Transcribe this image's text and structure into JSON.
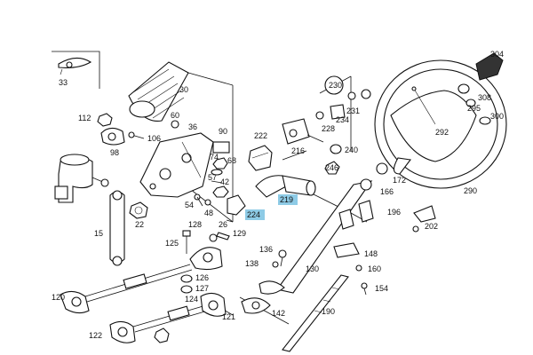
{
  "labels": {
    "l33": "33",
    "l30": "30",
    "l112": "112",
    "l60": "60",
    "l36": "36",
    "l90": "90",
    "l106": "106",
    "l98": "98",
    "l74": "74",
    "l68": "68",
    "l57": "57",
    "l42": "42",
    "l54": "54",
    "l48": "48",
    "l22": "22",
    "l15": "15",
    "l128": "128",
    "l26": "26",
    "l129": "129",
    "l125": "125",
    "l126": "126",
    "l127": "127",
    "l124": "124",
    "l121": "121",
    "l120": "120",
    "l122": "122",
    "l222": "222",
    "l216": "216",
    "l246": "246",
    "l240": "240",
    "l230": "230",
    "l234": "234",
    "l231": "231",
    "l228": "228",
    "l219": "219",
    "l224": "224",
    "l136": "136",
    "l138": "138",
    "l130": "130",
    "l142": "142",
    "l190": "190",
    "l148": "148",
    "l160": "160",
    "l154": "154",
    "l172": "172",
    "l166": "166",
    "l196": "196",
    "l202": "202",
    "l292": "292",
    "l290": "290",
    "l304": "304",
    "l308": "308",
    "l295": "295",
    "l300": "300"
  },
  "highlighted": [
    "219",
    "224"
  ],
  "highlight_color": "#8ecbe6"
}
